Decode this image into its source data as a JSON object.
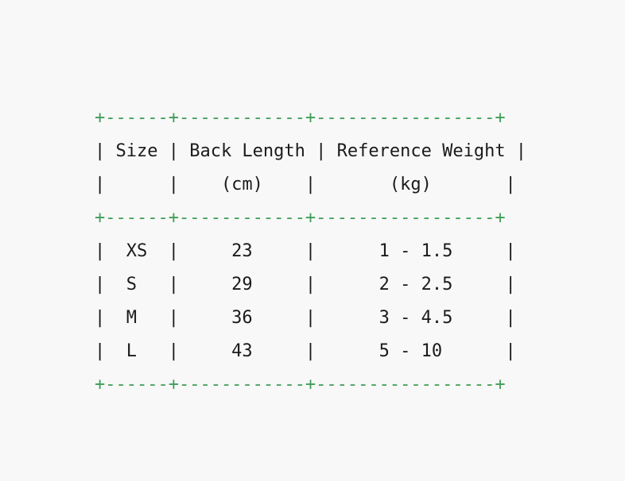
{
  "table": {
    "border_color": "#3f9e57",
    "text_color": "#1b1b1b",
    "background_color": "#f8f8f8",
    "top_border": "+------+------------+-----------------+",
    "header_border": "+------+------------+-----------------+",
    "bottom_border": "+------+------------+-----------------+",
    "header_lines": [
      "| Size | Back Length | Reference Weight |",
      "|      |    (cm)    |       (kg)       |"
    ],
    "rows": [
      "|  XS  |     23     |      1 - 1.5     |",
      "|  S   |     29     |      2 - 2.5     |",
      "|  M   |     36     |      3 - 4.5     |",
      "|  L   |     43     |      5 - 10      |"
    ]
  }
}
